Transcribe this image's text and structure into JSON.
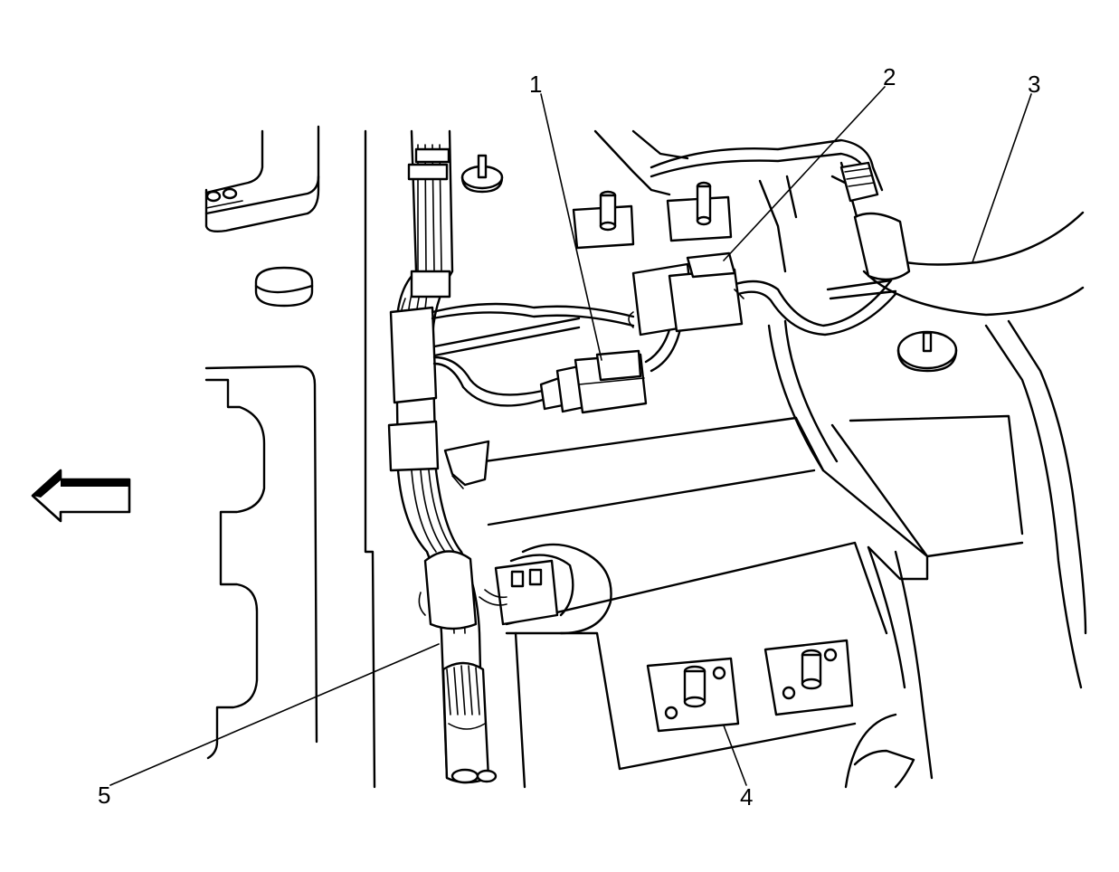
{
  "callouts": [
    {
      "id": "1",
      "label": "1"
    },
    {
      "id": "2",
      "label": "2"
    },
    {
      "id": "3",
      "label": "3"
    },
    {
      "id": "4",
      "label": "4"
    },
    {
      "id": "5",
      "label": "5"
    }
  ],
  "icons": {
    "direction_arrow": "left-arrow-icon"
  }
}
